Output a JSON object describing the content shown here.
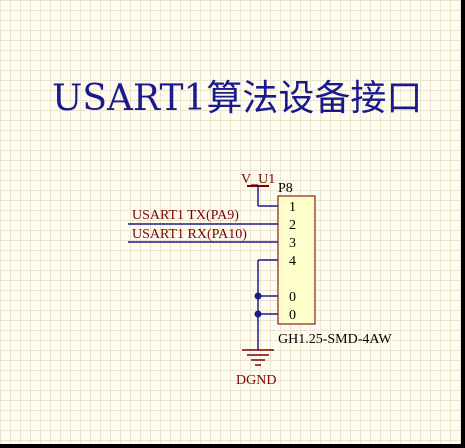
{
  "title": "USART1算法设备接口",
  "connector": {
    "ref": "P8",
    "part": "GH1.25-SMD-4AW",
    "pins": [
      "1",
      "2",
      "3",
      "4",
      "0",
      "0"
    ]
  },
  "nets": {
    "power": "V_U1",
    "tx": "USART1 TX(PA9)",
    "rx": "USART1 RX(PA10)",
    "ground": "DGND"
  }
}
